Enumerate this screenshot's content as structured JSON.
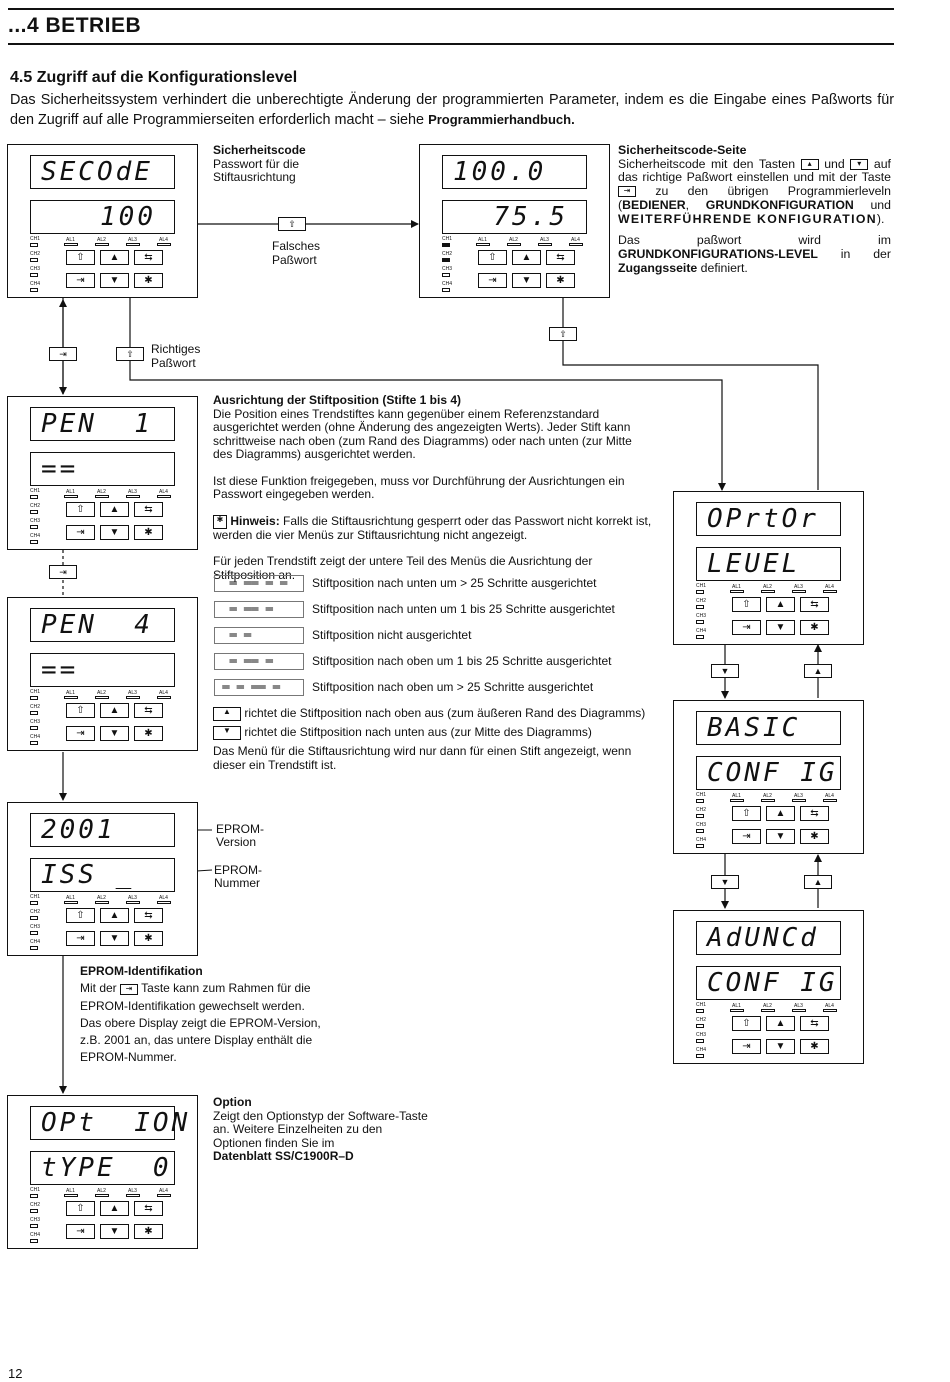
{
  "header": {
    "title": "...4 BETRIEB"
  },
  "section": {
    "title": "4.5 Zugriff auf die Konfigurationslevel",
    "intro": "Das Sicherheitssystem verhindert die unberechtigte Änderung der programmierten Parameter, indem es die Eingabe eines Paßworts für den Zugriff auf alle Programmierseiten erforderlich macht – siehe",
    "intro_bold": "Programmierhandbuch."
  },
  "instrument_labels": {
    "ch": [
      "CH1",
      "CH2",
      "CH3",
      "CH4"
    ],
    "al": [
      "AL1",
      "AL2",
      "AL3",
      "AL4"
    ]
  },
  "keys": {
    "page": "⇧",
    "enter": "⇥",
    "up": "▲",
    "down": "▼",
    "swap": "⇆",
    "star": "✱"
  },
  "displays": {
    "secode": {
      "top": "SECOdE",
      "bottom": "100"
    },
    "secode_page": {
      "top": "100.0",
      "bottom": "75.5"
    },
    "pen1": {
      "top": "PEN  1",
      "bottom": "=="
    },
    "pen4": {
      "top": "PEN  4",
      "bottom": "=="
    },
    "eprom": {
      "top": "2001 ",
      "bottom": "ISS _"
    },
    "option": {
      "top": "OPt  ION",
      "bottom": "tYPE  0"
    },
    "operator": {
      "top": "OPrtOr",
      "bottom": "LEUEL"
    },
    "basic": {
      "top": "BASIC",
      "bottom": "CONF IG"
    },
    "advanced": {
      "top": "AdUNCd",
      "bottom": "CONF IG"
    }
  },
  "secode_label": {
    "title": "Sicherheitscode",
    "text": "Passwort für die Stiftausrichtung"
  },
  "wrong_password": "Falsches Paßwort",
  "right_password": "Richtiges Paßwort",
  "secode_page_label": {
    "title": "Sicherheitscode-Seite",
    "p1a": "Sicherheitscode mit den Tasten",
    "p1b": "und",
    "p1c": "auf das richtige Paßwort einstellen und mit der Taste",
    "p1d": "zu den übrigen Programmierleveln (",
    "p1e": "BEDIENER",
    "p1f": ", ",
    "p1g": "GRUNDKONFIGURATION",
    "p1h": " und ",
    "p1i": "WEITERFÜHRENDE KONFIGURATION",
    "p1j": ").",
    "p2a": "Das paßwort wird im ",
    "p2b": "GRUNDKONFIGURATIONS-LEVEL",
    "p2c": " in der ",
    "p2d": "Zugangsseite",
    "p2e": " definiert."
  },
  "pen_align": {
    "title": "Ausrichtung der Stiftposition (Stifte 1 bis 4)",
    "p1": "Die Position eines Trendstiftes kann gegenüber einem Referenzstandard ausgerichtet werden (ohne Änderung des angezeigten Werts). Jeder Stift kann schrittweise nach oben (zum Rand des Diagramms) oder nach unten (zur Mitte des Diagramms) ausgerichtet werden.",
    "p2": "Ist diese Funktion freigegeben, muss vor Durchführung der Ausrichtungen ein Passwort eingegeben werden.",
    "note_bold": "Hinweis:",
    "note": " Falls die Stiftausrichtung gesperrt oder das Passwort nicht korrekt ist, werden die vier Menüs zur Stiftausrichtung nicht angezeigt.",
    "p3": "Für jeden Trendstift zeigt der untere Teil des Menüs die Ausrichtung der Stiftposition an.",
    "positions": [
      {
        "symbol": "  ═ ══ ═ ═",
        "text": "Stiftposition nach unten um > 25 Schritte ausgerichtet"
      },
      {
        "symbol": "  ═ ══ ═",
        "text": "Stiftposition nach unten um 1 bis 25 Schritte ausgerichtet"
      },
      {
        "symbol": "  ═ ═",
        "text": "Stiftposition nicht ausgerichtet"
      },
      {
        "symbol": "  ═ ══ ═",
        "text": "Stiftposition nach oben um 1 bis 25 Schritte ausgerichtet"
      },
      {
        "symbol": " ═ ═ ══ ═",
        "text": "Stiftposition nach oben um > 25 Schritte ausgerichtet"
      }
    ],
    "up_text": "richtet die Stiftposition nach oben aus (zum äußeren Rand des Diagramms)",
    "down_text": "richtet die Stiftposition nach unten aus (zur Mitte des Diagramms)",
    "p4": "Das Menü für die Stiftausrichtung wird nur dann für einen Stift angezeigt, wenn dieser ein Trendstift ist."
  },
  "eprom_labels": {
    "version": "EPROM-Version",
    "number": "EPROM-Nummer"
  },
  "eprom_id": {
    "title": "EPROM-Identifikation",
    "l1a": "Mit der",
    "l1b": "Taste kann zum Rahmen für die",
    "l2": "EPROM-Identifikation gewechselt werden.",
    "l3": "Das obere Display zeigt die EPROM-Version,",
    "l4": "z.B. 2001 an, das untere Display enthält die",
    "l5": "EPROM-Nummer."
  },
  "option": {
    "title": "Option",
    "text": "Zeigt den Optionstyp der Software-Taste an. Weitere Einzelheiten zu den Optionen finden Sie im",
    "bold": "Datenblatt SS/C1900R–D"
  },
  "page_number": "12"
}
